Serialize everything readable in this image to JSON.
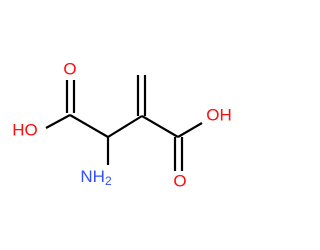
{
  "molecule": {
    "atoms": [
      {
        "id": "o-top-left",
        "label": "O",
        "color": "#ff0d0d"
      },
      {
        "id": "o-left",
        "label": "HO",
        "color": "#ff0d0d"
      },
      {
        "id": "o-right",
        "label": "OH",
        "color": "#ff0d0d"
      },
      {
        "id": "o-bottom-right",
        "label": "O",
        "color": "#ff0d0d"
      },
      {
        "id": "n-amino",
        "label": "NH",
        "subscript": "2",
        "color": "#3050f8"
      }
    ]
  }
}
